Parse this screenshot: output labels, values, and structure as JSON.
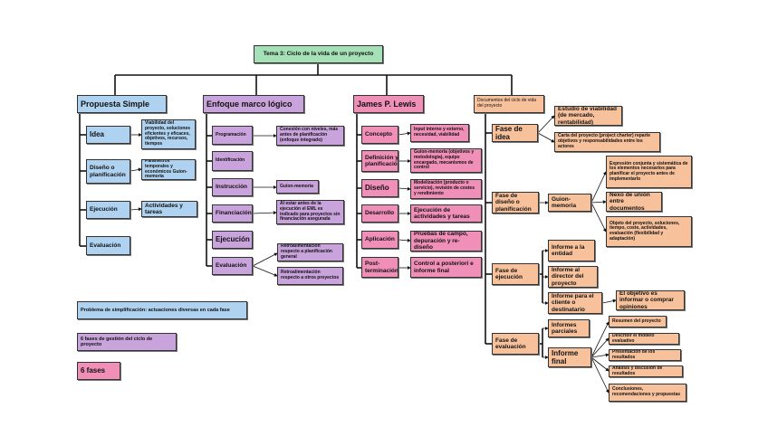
{
  "root": "Tema 3: Ciclo de la vida de un proyecto",
  "col1": {
    "title": "Propuesta Simple",
    "items": [
      "Idea",
      "Diseño o planificación",
      "Ejecución",
      "Evaluación"
    ],
    "details": {
      "idea": "Viabilidad del proyecto, soluciones eficientes y eficaces, objetivos, recursos, tiempos",
      "diseno": "Parámetros temporales y económicos Guion-memoria",
      "ejecucion": "Actividades y tareas"
    }
  },
  "col2": {
    "title": "Enfoque marco lógico",
    "items": [
      "Programación",
      "Identificación",
      "Instrucción",
      "Financiación",
      "Ejecución",
      "Evaluación"
    ],
    "details": {
      "programacion": "Conexión con niveles, más antes de planificación (enfoque integrado)",
      "instruccion": "Guion-memoria",
      "financiacion": "Al estar antes de la ejecución el EML es indicado para proyectos sin financiación asegurada",
      "evaluacion_1": "Retroalimentación respecto a planificación general",
      "evaluacion_2": "Retroalimentación respecto a otros proyectos"
    }
  },
  "col3": {
    "title": "James P. Lewis",
    "items": [
      "Concepto",
      "Definición y planificación",
      "Diseño",
      "Desarrollo",
      "Aplicación",
      "Post-terminación"
    ],
    "details": [
      "Input interno y externo, necesidad, viabilidad",
      "Guion-memoria (objetivos y metodología), equipo encargado, mecanismos de control",
      "Modelización (producto o servicio), revisión de costes y rendimiento",
      "Ejecución de actividades y tareas",
      "Pruebas de campo, depuración y re-diseño",
      "Control a posteriori e informe final"
    ]
  },
  "col4": {
    "title": "Documentos del ciclo de vida del proyecto",
    "fase_idea": {
      "label": "Fase de idea",
      "items": [
        "Estudio de viabilidad (de mercado, rentabilidad)",
        "Carta del proyecto (project charter) reparte objetivos y responsabilidades entre los actores"
      ]
    },
    "fase_diseno": {
      "label": "Fase de diseño o planificación",
      "sub": "Guion-memoria",
      "items": [
        "Expresión conjunta y sistemática de los elementos necesarios para planificar el proyecto antes de implementarlo",
        "Nexo de unión entre documentos",
        "Objeto del proyecto, soluciones, tiempo, coste, actividades, evaluación (flexibilidad y adaptación)"
      ]
    },
    "fase_ejecucion": {
      "label": "Fase de ejecución",
      "items": [
        "Informe a la entidad",
        "Informe al director del proyecto",
        "Informe para el cliente o destinatario"
      ],
      "note": "El objetivo es informar o comprar opiniones"
    },
    "fase_evaluacion": {
      "label": "Fase de evaluación",
      "items": [
        "Informes parciales",
        "Informe final"
      ],
      "informe_final": [
        "Resumen del proyecto",
        "Describir el modelo evaluativo",
        "Presentación de los resultados",
        "Análisis y discusión de resultados",
        "Conclusiones, recomendaciones y propuestas"
      ]
    }
  },
  "legend": [
    "Problema de simplificación: actuaciones diversas en cada fase",
    "6 fases de gestión del ciclo de proyecto",
    "6 fases"
  ]
}
